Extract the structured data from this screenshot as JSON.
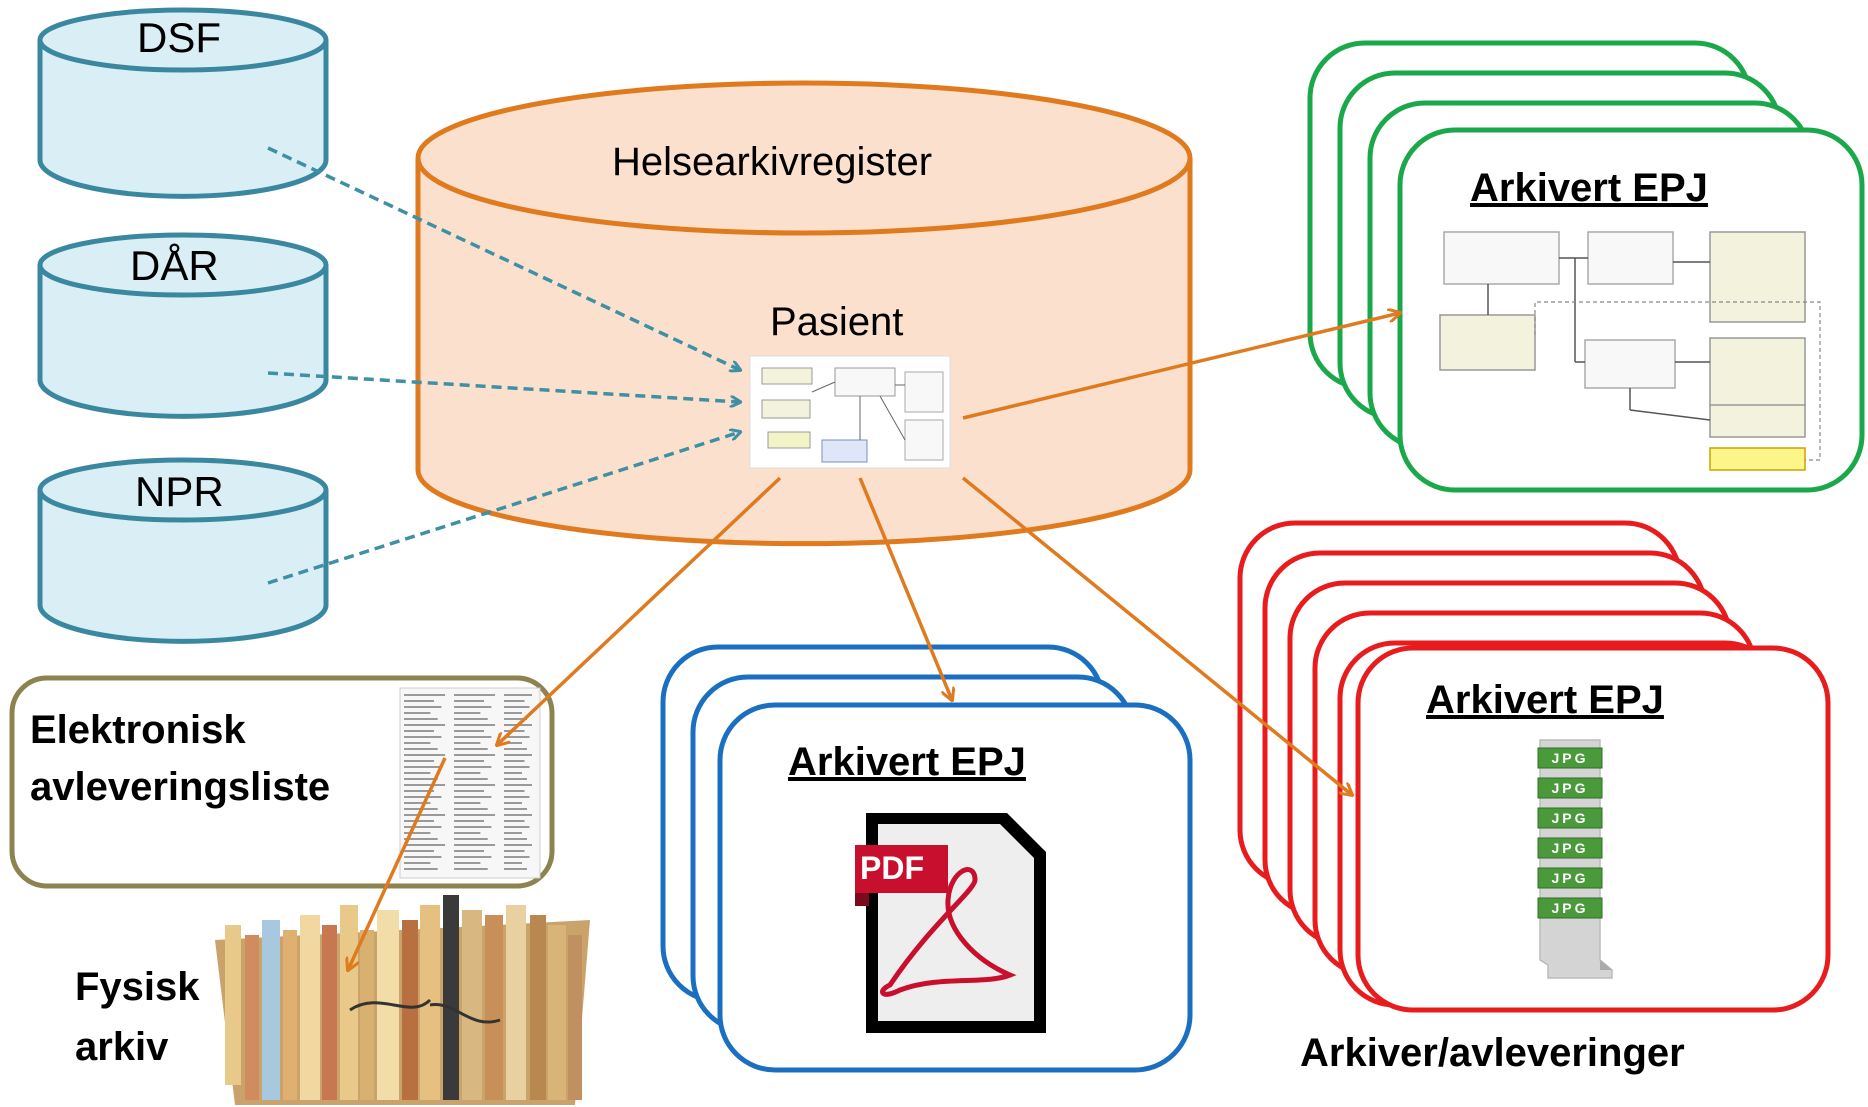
{
  "sources": [
    {
      "id": "dsf",
      "label": "DSF"
    },
    {
      "id": "daar",
      "label": "DÅR"
    },
    {
      "id": "npr",
      "label": "NPR"
    }
  ],
  "central": {
    "title": "Helsearkivregister",
    "patient_label": "Pasient"
  },
  "green_stack": {
    "title": "Arkivert EPJ",
    "color": "#1aa84a"
  },
  "blue_stack": {
    "title": "Arkivert EPJ",
    "color": "#1b6fc0",
    "icon_text": "PDF"
  },
  "red_stack": {
    "title": "Arkivert EPJ",
    "color": "#e81c1c",
    "icon_text": "JPG"
  },
  "list_box": {
    "line1": "Elektronisk",
    "line2": "avleveringsliste"
  },
  "physical": {
    "line1": "Fysisk",
    "line2": "arkiv"
  },
  "caption": "Arkiver/avleveringer",
  "colors": {
    "cyl_fill": "#daeef5",
    "cyl_stroke": "#3a87a0",
    "central_fill": "#fbe1cd",
    "central_stroke": "#e07a1f",
    "dashed_arrow": "#3f8fa5",
    "orange_arrow": "#e07a1f",
    "list_border": "#8c8350"
  }
}
